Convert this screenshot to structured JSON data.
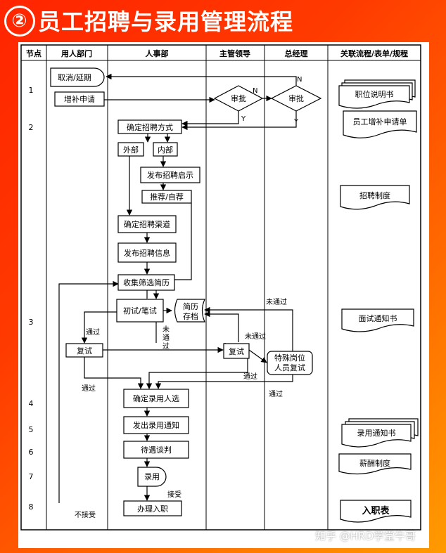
{
  "title": {
    "badge": "②",
    "text": "员工招聘与录用管理流程"
  },
  "columns": [
    "节点",
    "用人部门",
    "人事部",
    "主管领导",
    "总经理",
    "关联流程/表单/规程"
  ],
  "nodes": [
    "1",
    "2",
    "3",
    "4",
    "5",
    "6",
    "7",
    "8"
  ],
  "boxes": {
    "cancel": "取消/延期",
    "request": "增补申请",
    "approve_manager": "审批",
    "approve_gm": "审批",
    "determine_method": "确定招聘方式",
    "external": "外部",
    "internal": "内部",
    "publish_internal": "发布招聘启示",
    "recommend": "推荐/自荐",
    "channel": "确定招聘渠道",
    "publish_info": "发布招聘信息",
    "screen": "收集筛选简历",
    "first_test": "初试/笔试",
    "resume_archive_1": "简历",
    "resume_archive_2": "存档",
    "retest_dept": "复试",
    "retest_manager": "复试",
    "special_1": "特殊岗位",
    "special_2": "人员复试",
    "determine_hire": "确定录用人选",
    "offer": "发出录用通知",
    "salary_talk": "待遇谈判",
    "hire": "录用",
    "onboard": "办理入职"
  },
  "labels": {
    "n1": "N",
    "n2": "N",
    "y1": "Y",
    "y2": "Y",
    "pass_dept": "通过",
    "fail_vertical": [
      "未",
      "通",
      "过"
    ],
    "fail_manager": "未通过",
    "fail_special": "未通过",
    "pass_manager": "通过",
    "pass_left": "通过",
    "pass_special": "通过",
    "accept": "接受",
    "not_accept": "不接受"
  },
  "documents": [
    "职位说明书",
    "员工增补申请单",
    "招聘制度",
    "面试通知书",
    "录用通知书",
    "薪酬制度",
    "入职表"
  ],
  "watermark": "知乎 @HRD学堂牛哥"
}
